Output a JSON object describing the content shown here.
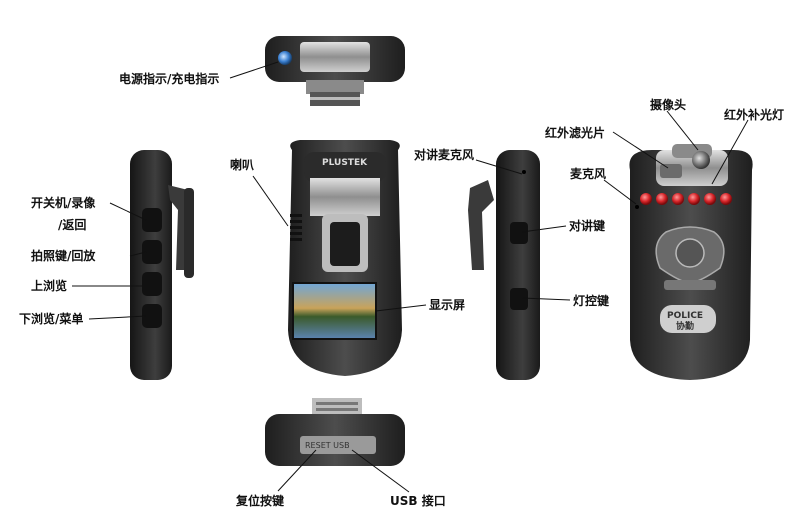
{
  "labels": {
    "power_indicator": "电源指示/充电指示",
    "speaker": "喇叭",
    "power_record": "开关机/录像",
    "back": "/返回",
    "photo_playback": "拍照键/回放",
    "browse_up": "上浏览",
    "browse_down_menu": "下浏览/菜单",
    "display": "显示屏",
    "intercom_mic": "对讲麦克风",
    "intercom_key": "对讲键",
    "light_key": "灯控键",
    "camera": "摄像头",
    "ir_filter": "红外滤光片",
    "ir_light": "红外补光灯",
    "mic": "麦克风",
    "reset_key": "复位按键",
    "usb_port": "USB 接口"
  },
  "device_text": {
    "brand": "PLUSTEK",
    "police": "POLICE",
    "assist": "协勤",
    "bottom_port_label": "RESET  USB"
  },
  "colors": {
    "body_dark": "#2a2a2a",
    "body_mid": "#4a4a4a",
    "metal": "#a0a0a0",
    "ir_led": "#d8262a"
  }
}
